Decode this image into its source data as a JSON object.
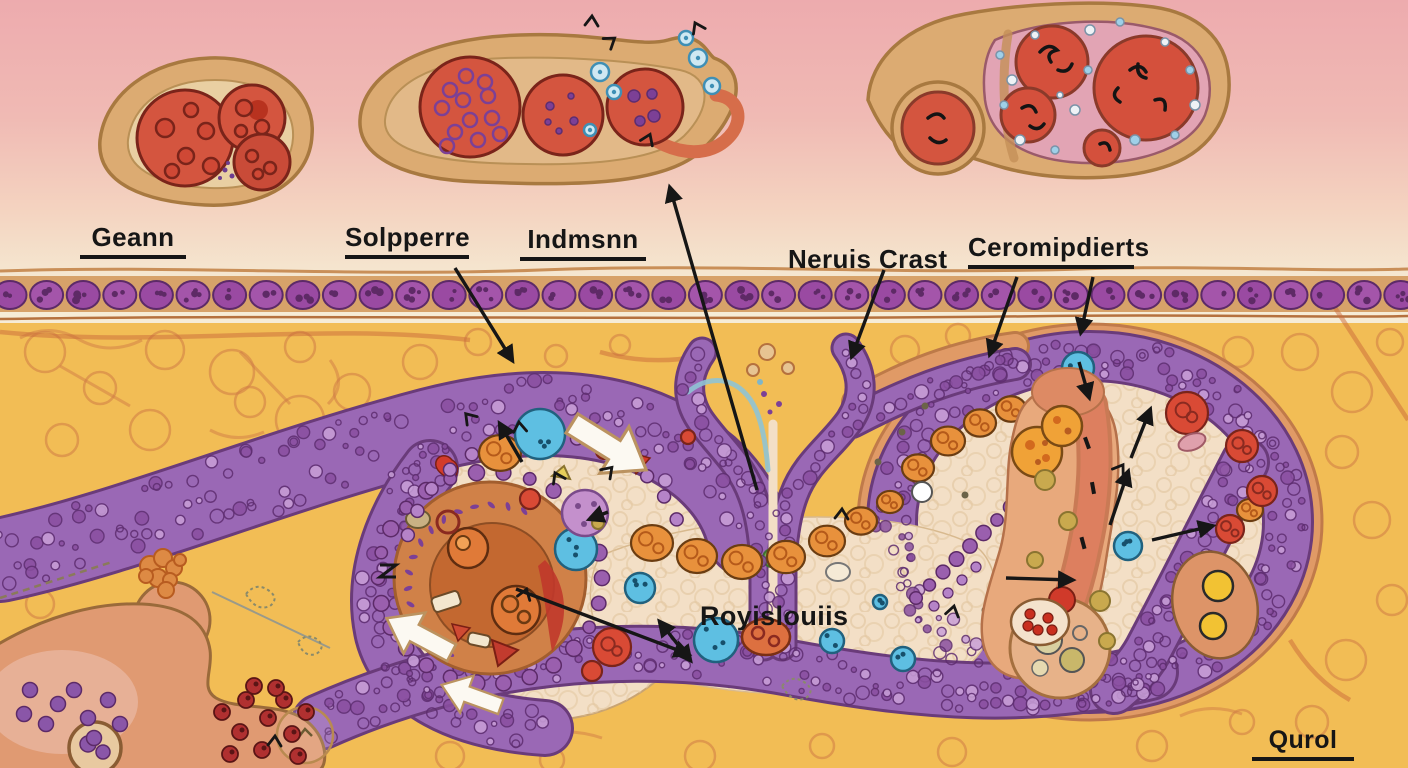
{
  "illustration": {
    "labels": {
      "geann": "Geann",
      "solpperre": "Solpperre",
      "indmsnn": "Indmsnn",
      "neruis_crast": "Neruis Crast",
      "ceromipdierts": "Ceromipdierts",
      "royislouiis": "Royislouiis",
      "qurol": "Qurol"
    },
    "palette": {
      "pink_top": "#edabae",
      "cream_band": "#f5e8d1",
      "strip_tan": "#d7a269",
      "ground_yellow": "#f2bd55",
      "sketch_orange": "#cf7c45",
      "band_purple": "#9a68b5",
      "band_purple_dark": "#6a3b7a",
      "cell_purple": "#a455aa",
      "cell_purple_dark": "#5c2a68",
      "cell_purple_light": "#c9a0d8",
      "interior_cream": "#f3dfc6",
      "salmon_rim": "#e09a66",
      "mass_orange": "#d08148",
      "orange_cell": "#e8913c",
      "orange_cell_dark": "#6b3d12",
      "blue_cell": "#5ebfe2",
      "blue_cell_dark": "#21617e",
      "red_cell": "#d94a35",
      "red_cell_dark": "#7a241a",
      "khaki_cell": "#c9a94e",
      "blob_tan": "#dcab72",
      "blob_outline": "#a87940",
      "ink": "#161616"
    }
  }
}
